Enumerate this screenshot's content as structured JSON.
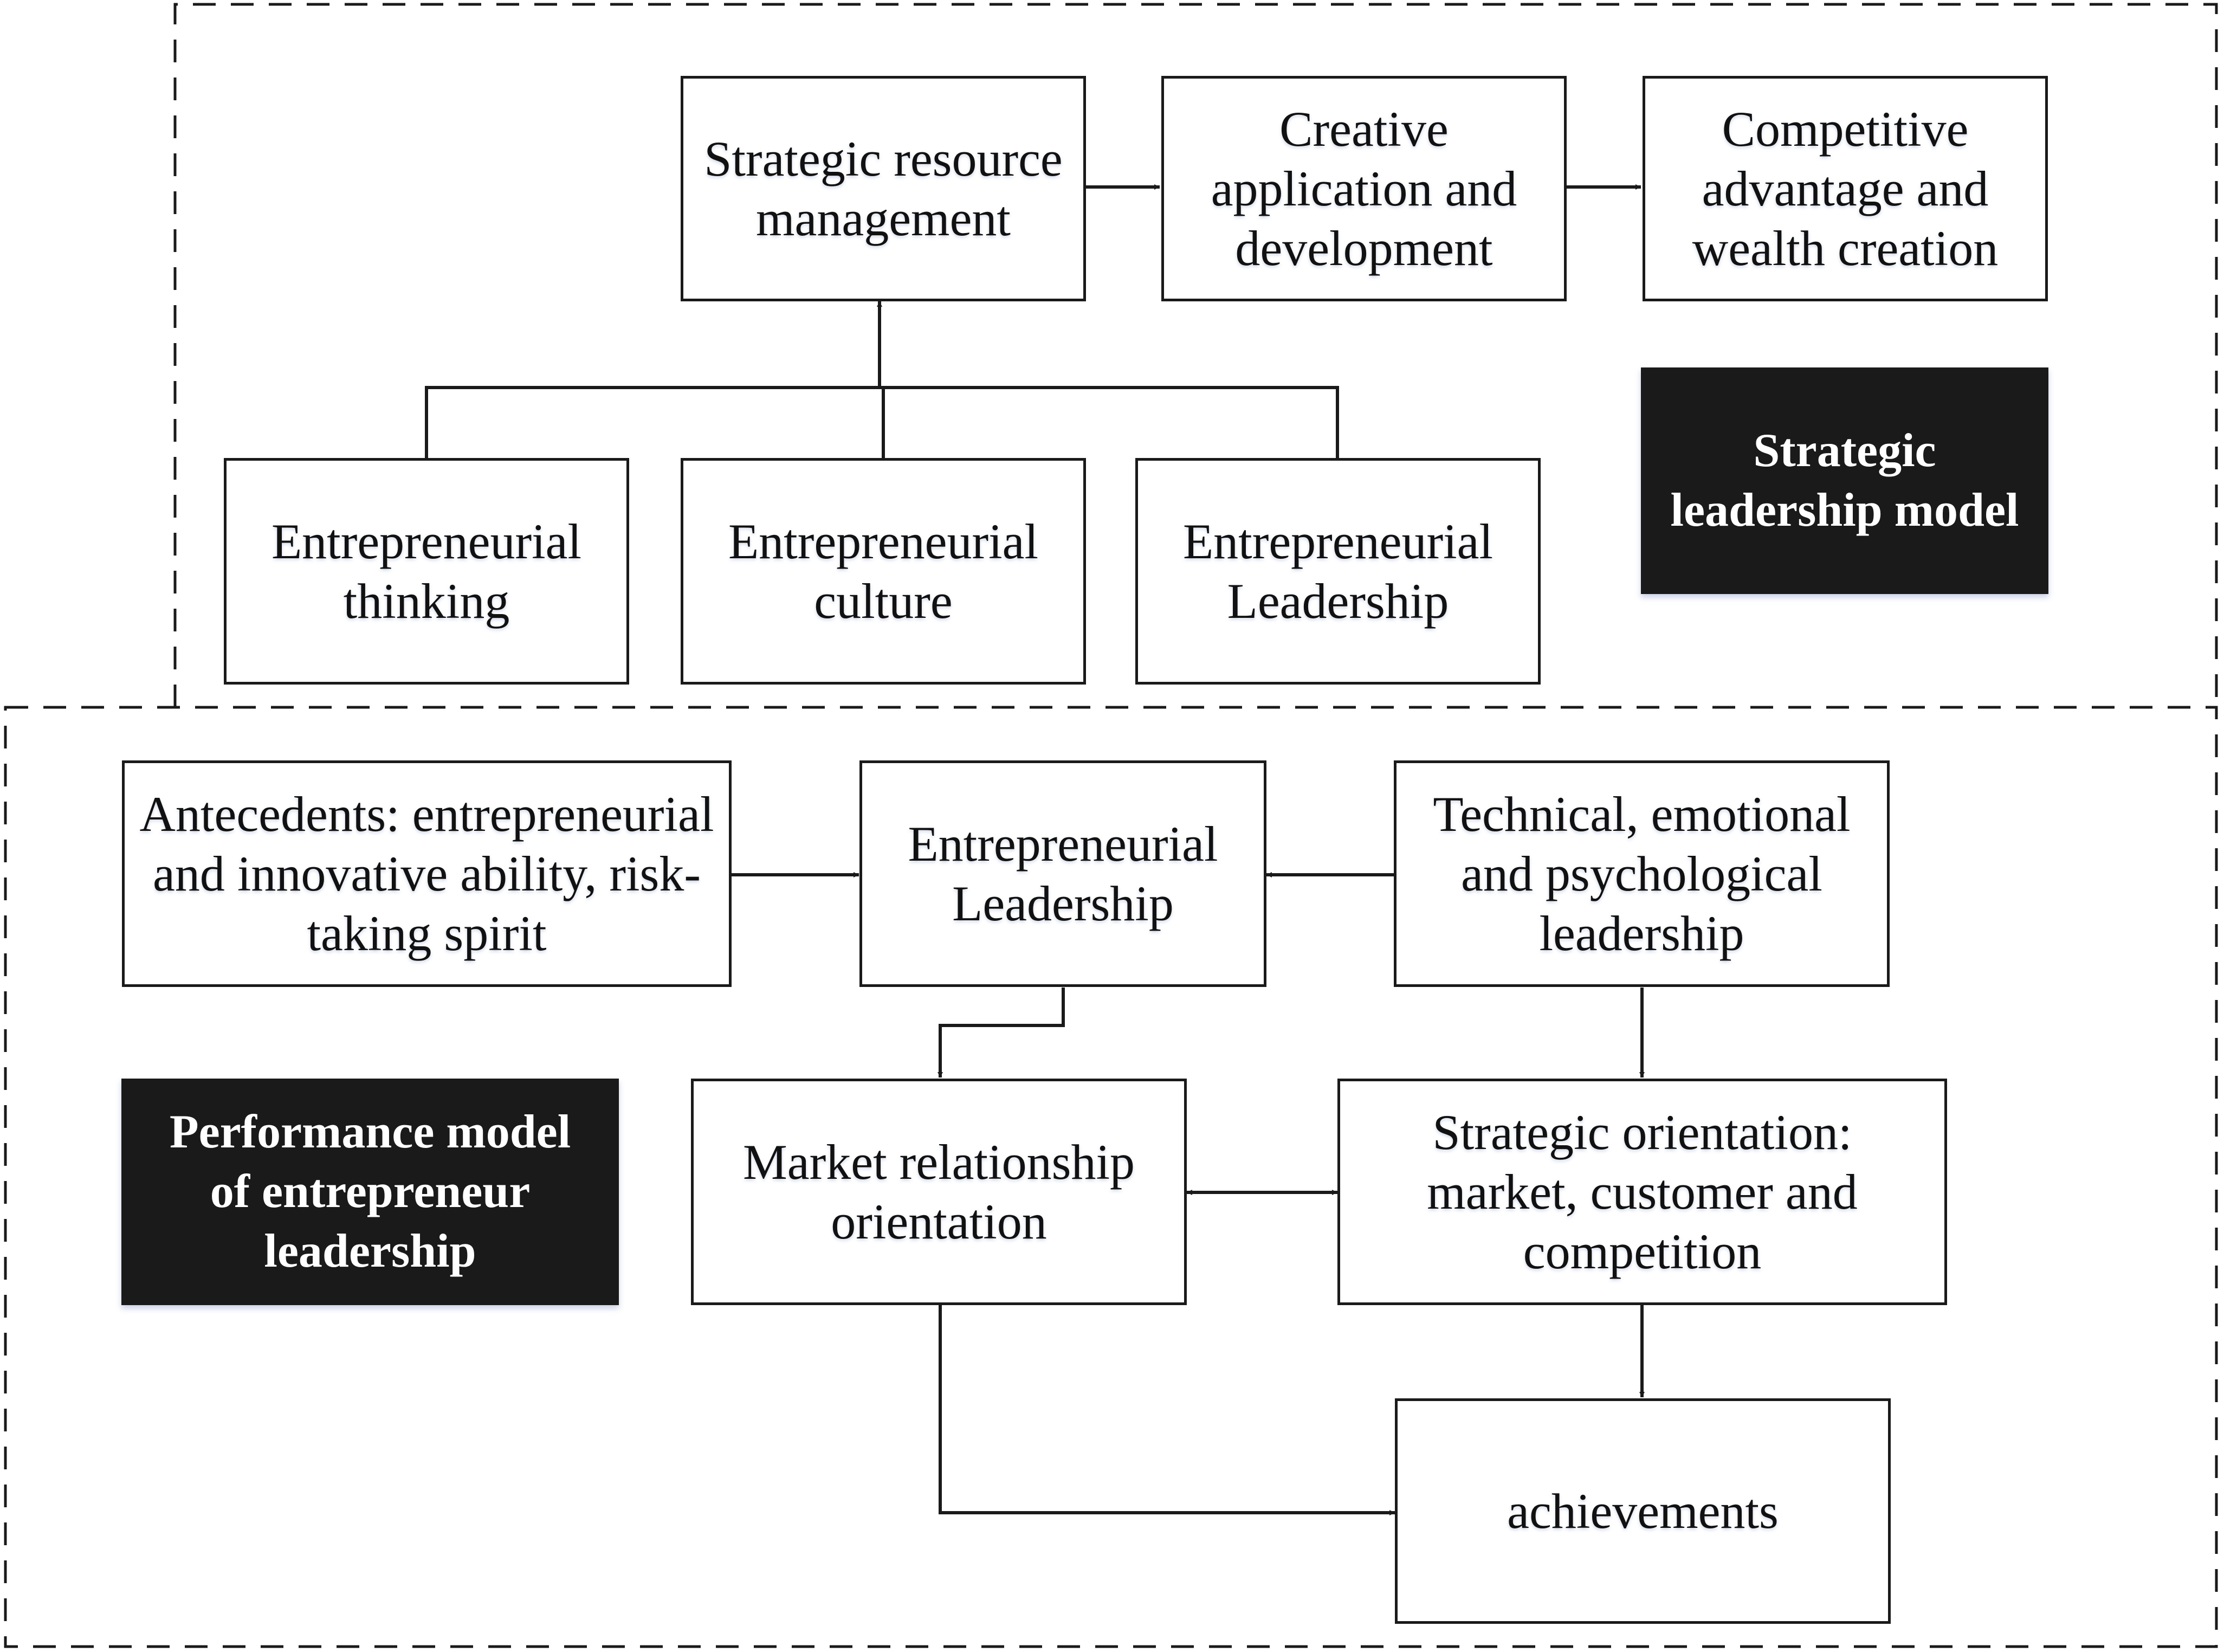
{
  "top_section": {
    "process": {
      "strategic_resource_management": "Strategic resource\nmanagement",
      "creative_application": "Creative\napplication and\ndevelopment",
      "competitive_advantage": "Competitive\nadvantage and\nwealth creation"
    },
    "inputs": {
      "entrepreneurial_thinking": "Entrepreneurial\nthinking",
      "entrepreneurial_culture": "Entrepreneurial\nculture",
      "entrepreneurial_leadership": "Entrepreneurial\nLeadership"
    },
    "section_label": "Strategic\nleadership model"
  },
  "bottom_section": {
    "antecedents": "Antecedents: entrepreneurial\nand innovative ability, risk-\ntaking spirit",
    "entrepreneurial_leadership": "Entrepreneurial\nLeadership",
    "technical_leadership": "Technical, emotional\nand psychological\nleadership",
    "market_relationship": "Market relationship\norientation",
    "strategic_orientation": "Strategic orientation:\nmarket, customer and\ncompetition",
    "achievements": "achievements",
    "section_label": "Performance model\nof entrepreneur\nleadership"
  },
  "colors": {
    "line": "#1a1a1a",
    "label_background": "#1a1a1a",
    "label_text": "#ffffff"
  }
}
